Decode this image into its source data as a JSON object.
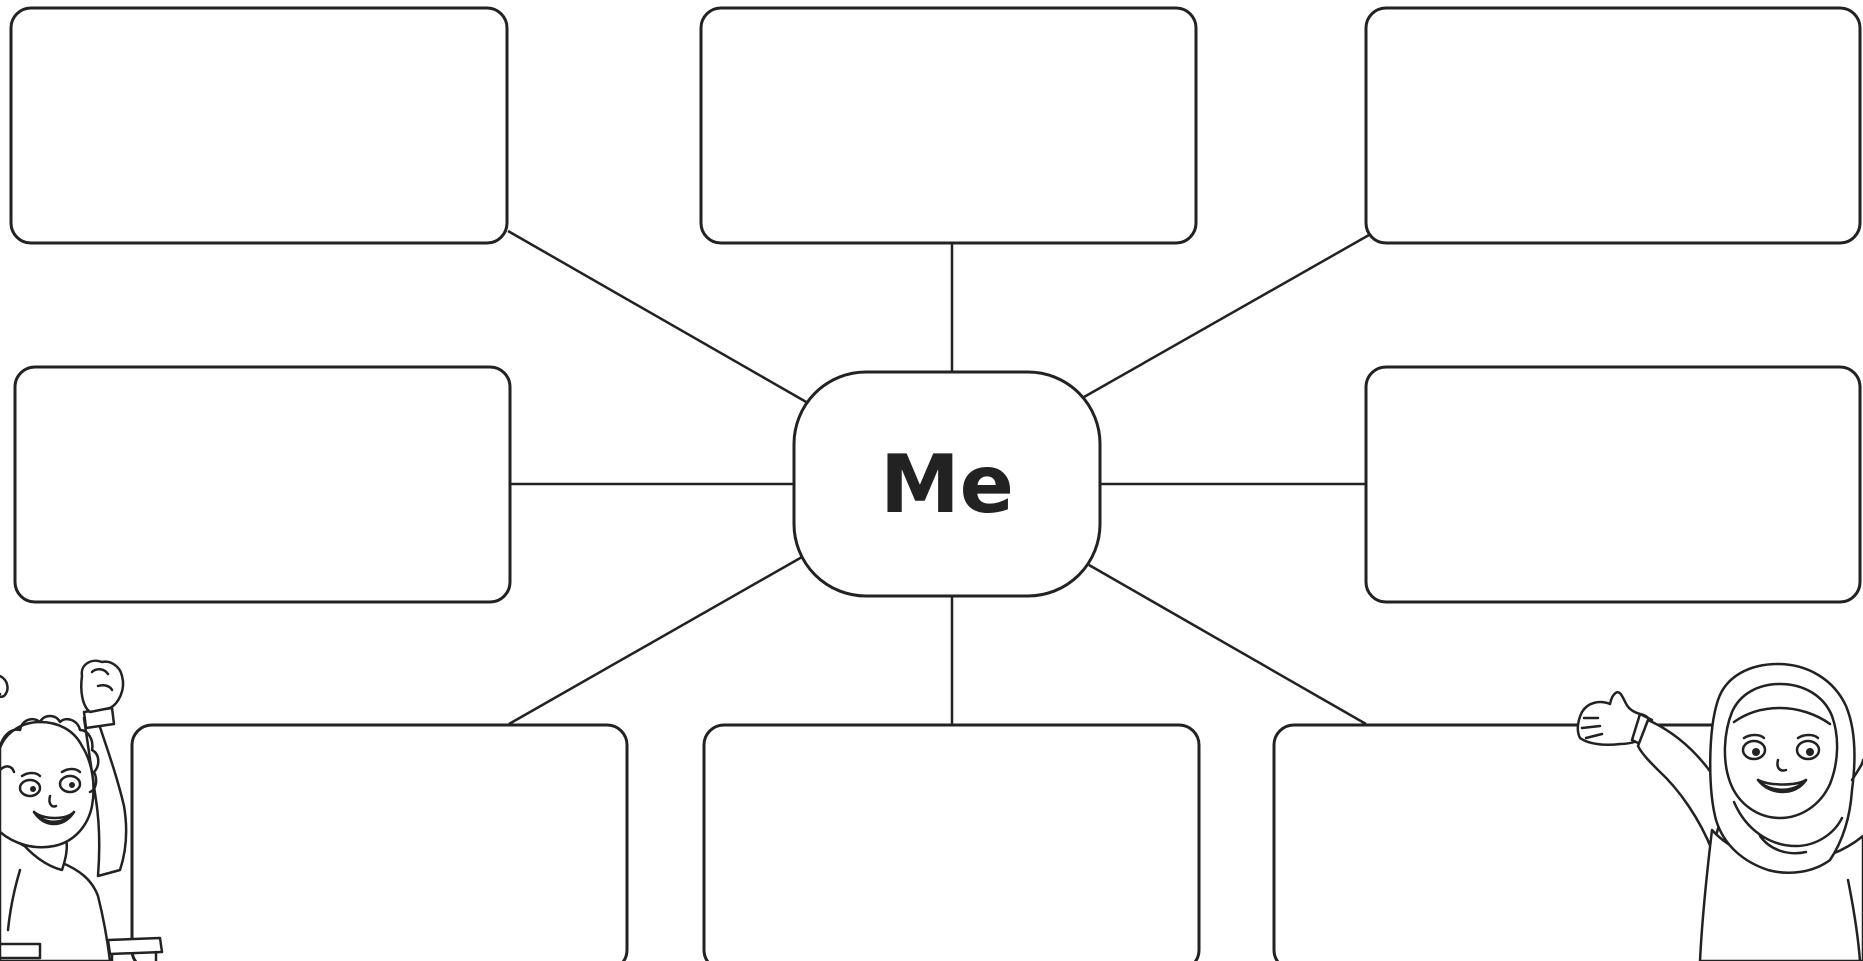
{
  "diagram": {
    "center": {
      "label": "Me"
    },
    "boxes": [
      {
        "id": "top-left",
        "text": ""
      },
      {
        "id": "top-middle",
        "text": ""
      },
      {
        "id": "top-right",
        "text": ""
      },
      {
        "id": "middle-left",
        "text": ""
      },
      {
        "id": "middle-right",
        "text": ""
      },
      {
        "id": "bottom-left",
        "text": ""
      },
      {
        "id": "bottom-middle",
        "text": ""
      },
      {
        "id": "bottom-right",
        "text": ""
      }
    ],
    "illustrations": [
      {
        "name": "cheering-boy-illustration"
      },
      {
        "name": "waving-girl-illustration"
      }
    ]
  }
}
